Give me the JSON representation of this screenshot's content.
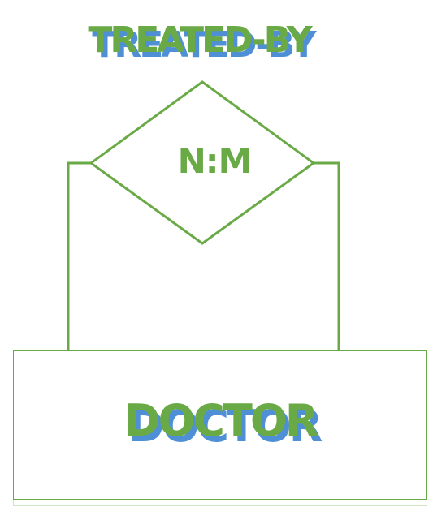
{
  "relationship": {
    "name": "TREATED-BY",
    "cardinality": "N:M"
  },
  "entity": {
    "name": "DOCTOR"
  },
  "colors": {
    "line": "#6aaa46",
    "text": "#6aaa46",
    "text_shadow": "#4f8fd6",
    "box_border_light": "#9ccc83"
  }
}
